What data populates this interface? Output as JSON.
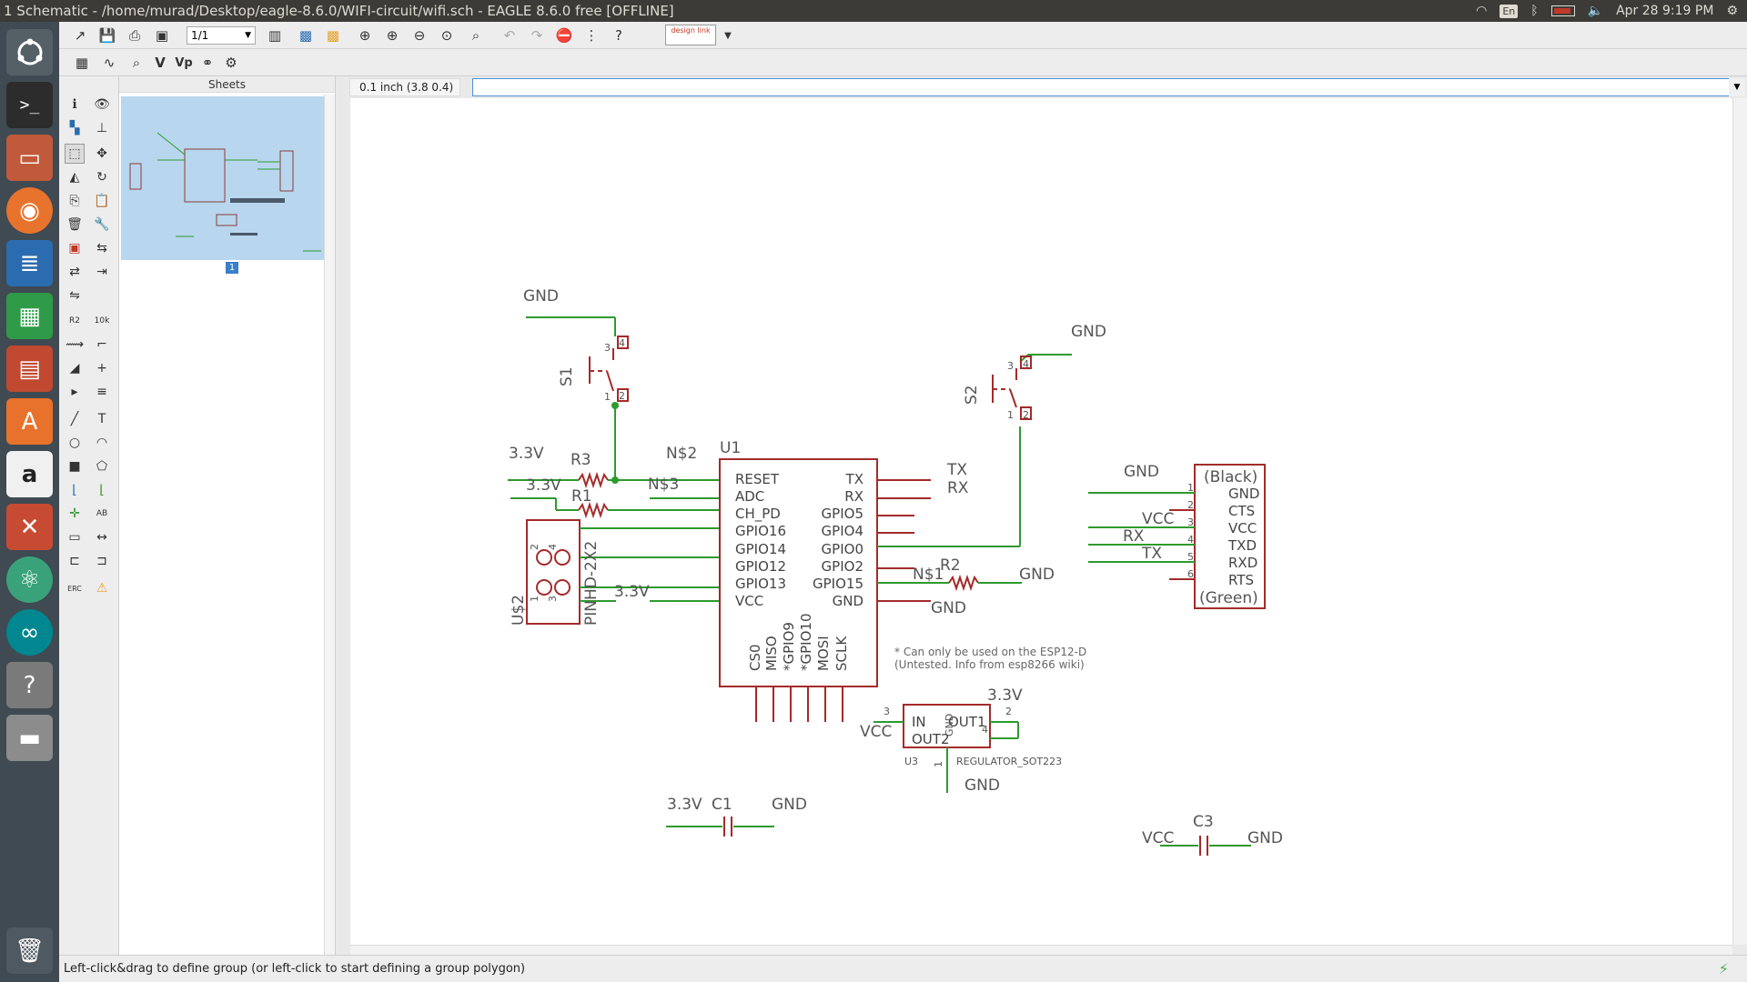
{
  "window": {
    "title": "1 Schematic - /home/murad/Desktop/eagle-8.6.0/WIFI-circuit/wifi.sch - EAGLE 8.6.0 free [OFFLINE]"
  },
  "tray": {
    "keyboard": "En",
    "datetime": "Apr 28  9:19 PM",
    "wifi_icon": "wifi-icon",
    "bluetooth_icon": "bluetooth-icon",
    "battery_icon": "battery-icon",
    "volume_icon": "volume-icon",
    "battery_color": "#c0392b"
  },
  "launcher": {
    "apps": [
      "ubuntu-dash",
      "terminal",
      "files",
      "firefox",
      "writer",
      "calc",
      "impress",
      "software-center",
      "amazon",
      "system-settings",
      "atom",
      "arduino",
      "help",
      "disk",
      "trash"
    ]
  },
  "toolbar": {
    "sheet_select": "1/1",
    "design_link": "design link"
  },
  "sheets_panel": {
    "title": "Sheets",
    "page_number": "1"
  },
  "coordinates": "0.1 inch (3.8 0.4)",
  "command_line": "",
  "status": "Left-click&drag to define group (or left-click to start defining a group polygon)",
  "schematic": {
    "U1": {
      "name": "U1",
      "left_pins": [
        "RESET",
        "ADC",
        "CH_PD",
        "GPIO16",
        "GPIO14",
        "GPIO12",
        "GPIO13",
        "VCC"
      ],
      "right_pins": [
        "TX",
        "RX",
        "GPIO5",
        "GPIO4",
        "GPIO0",
        "GPIO2",
        "GPIO15",
        "GND"
      ],
      "bottom_pins": [
        "CS0",
        "MISO",
        "*GPIO9",
        "*GPIO10",
        "MOSI",
        "SCLK"
      ],
      "note_line1": "* Can only be used on the ESP12-D",
      "note_line2": "(Untested. Info from esp8266 wiki)"
    },
    "S1": {
      "name": "S1",
      "pins": [
        "3",
        "4",
        "1",
        "2"
      ],
      "net": "GND"
    },
    "S2": {
      "name": "S2",
      "pins": [
        "3",
        "4",
        "1",
        "2"
      ],
      "net": "GND"
    },
    "R1": {
      "name": "R1",
      "net": "3.3V"
    },
    "R2": {
      "name": "R2",
      "net_left": "N$1",
      "net_right": "GND"
    },
    "R3": {
      "name": "R3",
      "net": "3.3V"
    },
    "nets": {
      "ns2": "N$2",
      "ns3": "N$3",
      "gnd": "GND",
      "v33": "3.3V",
      "vcc": "VCC",
      "tx": "TX",
      "rx": "RX"
    },
    "header": {
      "top_label": "(Black)",
      "bottom_label": "(Green)",
      "pins": [
        "GND",
        "CTS",
        "VCC",
        "TXD",
        "RXD",
        "RTS"
      ],
      "numbers": [
        "1",
        "2",
        "3",
        "4",
        "5",
        "6"
      ]
    },
    "US2": {
      "name": "U$2",
      "value": "PINHD-2X2",
      "numbers": [
        "2",
        "4",
        "1",
        "3"
      ]
    },
    "U3": {
      "name": "U3",
      "value": "REGULATOR_SOT223",
      "in": "IN",
      "out1": "OUT1",
      "out2": "OUT2",
      "gnd": "GND",
      "pin_in": "3",
      "pin_out": "2",
      "pin_out2": "4",
      "pin_gnd": "1"
    },
    "C1": {
      "name": "C1"
    },
    "C3": {
      "name": "C3"
    }
  }
}
